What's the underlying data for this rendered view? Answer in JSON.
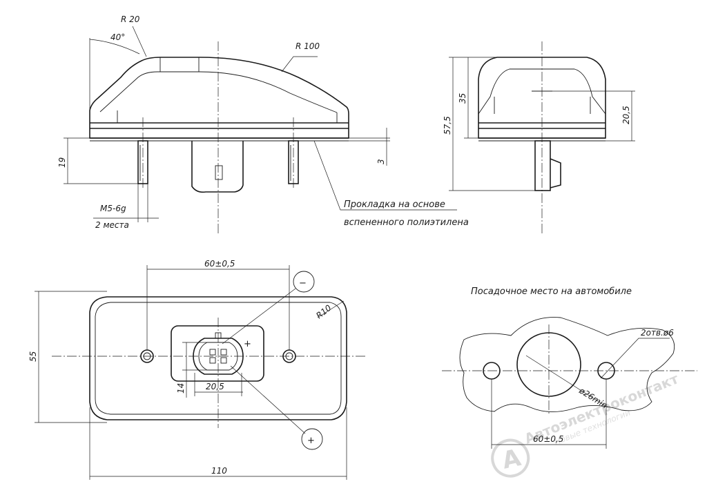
{
  "side_view": {
    "radius_small": "R 20",
    "angle": "40°",
    "radius_large": "R 100",
    "height_pins": "19",
    "thread": "M5-6g",
    "thread_count": "2 места",
    "gasket_thickness": "3",
    "gasket_note_line1": "Прокладка на основе",
    "gasket_note_line2": "вспененного полиэтилена"
  },
  "end_view": {
    "height_total": "57,5",
    "height_body": "35",
    "height_center": "20,5"
  },
  "bottom_view": {
    "pin_spacing": "60±0,5",
    "corner_radius": "R10",
    "height": "55",
    "connector_height": "14",
    "connector_width": "20,5",
    "width": "110",
    "minus_sign": "−",
    "plus_sign": "+",
    "plus_mark": "+"
  },
  "mounting_view": {
    "title": "Посадочное место на автомобиле",
    "holes": "2отв.ø6",
    "center_hole": "ø26min",
    "hole_spacing": "60±0,5"
  },
  "watermark": {
    "brand": "Автоэлектроконтакт",
    "tagline": "Новые технологии"
  }
}
